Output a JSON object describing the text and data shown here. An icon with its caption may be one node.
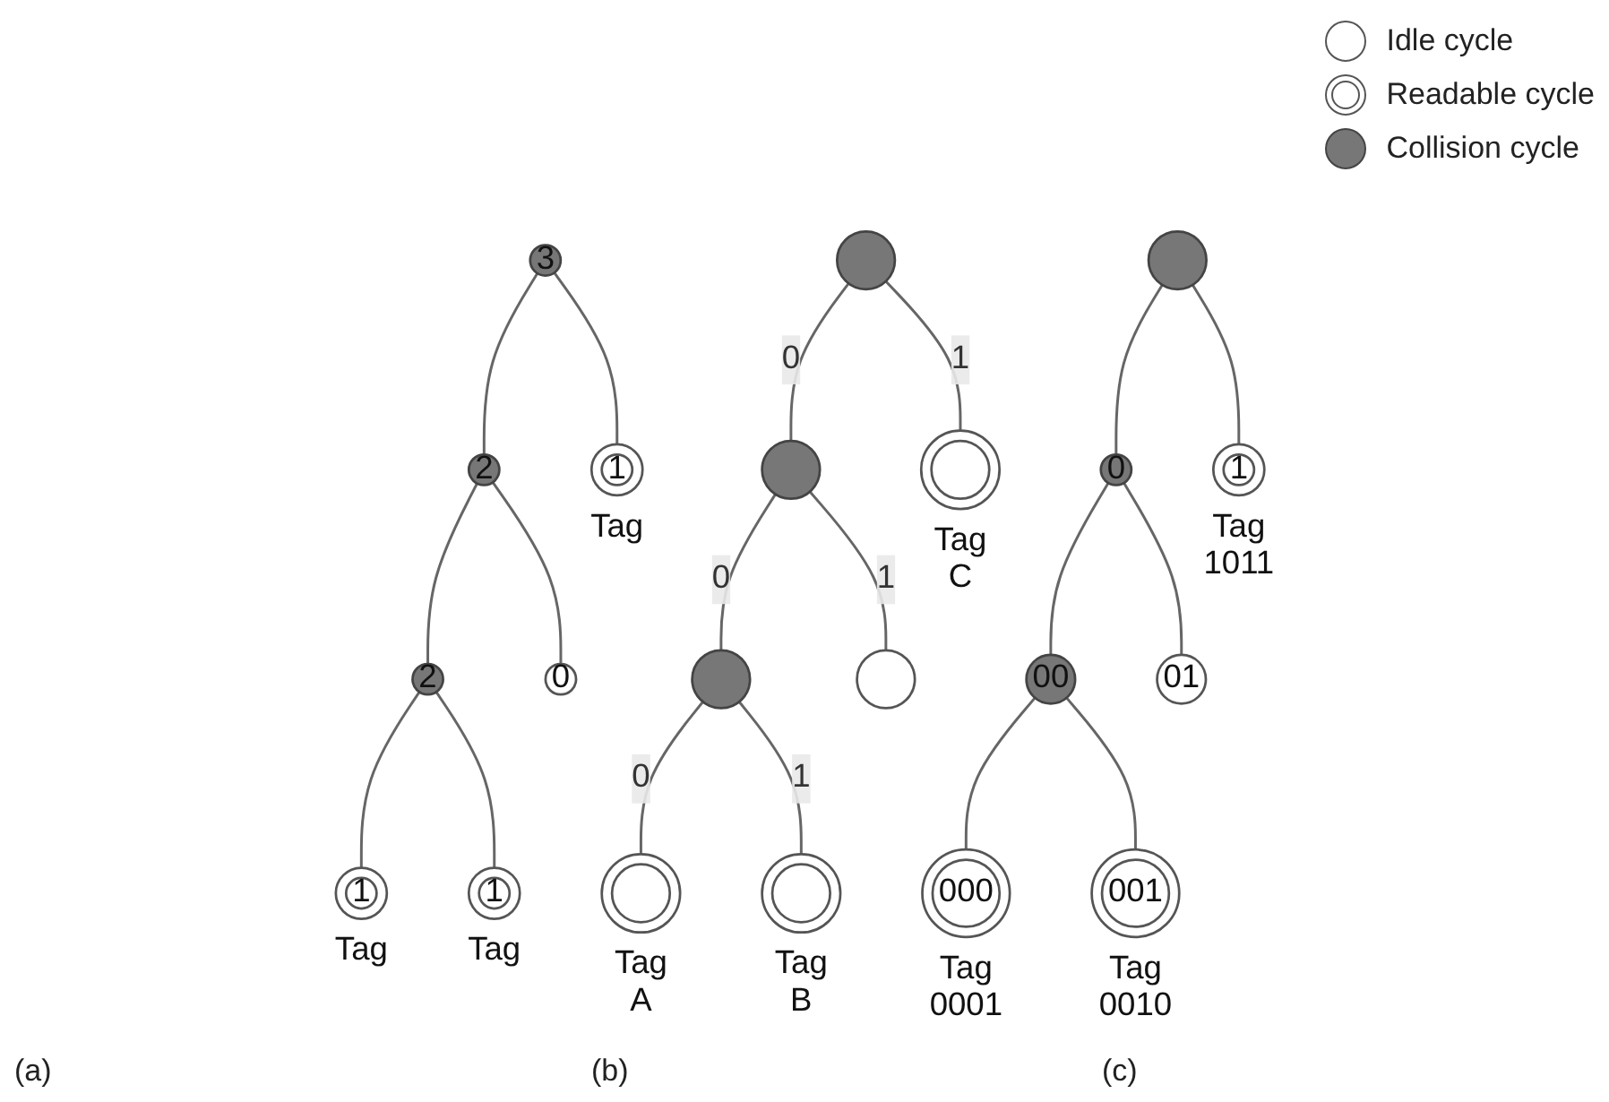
{
  "diagram": {
    "nodes": [
      {
        "text": [
          "3"
        ]
      },
      {
        "text": [
          "2"
        ]
      },
      {
        "text": [
          "1"
        ],
        "beside": [
          "Tag"
        ]
      },
      {
        "text": [
          "2"
        ]
      },
      {
        "text": [
          "0"
        ]
      },
      {
        "text": [
          "1"
        ],
        "beside": [
          "Tag"
        ]
      },
      {
        "text": [
          "1"
        ],
        "beside": [
          "Tag"
        ]
      },
      {
        "text": [],
        "shape": "circle"
      },
      {
        "text": [],
        "shape": "circle"
      },
      {
        "text": [],
        "shape": "circle",
        "beside": [
          "Tag C"
        ]
      },
      {
        "text": [],
        "shape": "circle"
      },
      {
        "text": [],
        "shape": "circle"
      },
      {
        "text": [],
        "shape": "circle",
        "beside": [
          "Tag A"
        ]
      },
      {
        "text": [],
        "shape": "circle",
        "beside": [
          "Tag B"
        ]
      },
      {
        "text": [],
        "shape": "circle"
      },
      {
        "text": [
          "0"
        ]
      },
      {
        "text": [
          "1"
        ],
        "beside": [
          "Tag 1011"
        ]
      },
      {
        "text": [
          "00"
        ]
      },
      {
        "text": [
          "01"
        ]
      },
      {
        "text": [
          "000"
        ],
        "beside": [
          "Tag 0001"
        ]
      },
      {
        "text": [
          "001"
        ],
        "beside": [
          "Tag 0010"
        ]
      }
    ],
    "edges": [
      {
        "from": 0,
        "to": 1,
        "arrow": "none"
      },
      {
        "from": 0,
        "to": 2,
        "arrow": "none"
      },
      {
        "from": 1,
        "to": 3,
        "arrow": "none"
      },
      {
        "from": 1,
        "to": 4,
        "arrow": "none"
      },
      {
        "from": 3,
        "to": 5,
        "arrow": "none"
      },
      {
        "from": 3,
        "to": 6,
        "arrow": "none"
      },
      {
        "from": 7,
        "to": 8,
        "arrow": "none",
        "label": "0"
      },
      {
        "from": 7,
        "to": 9,
        "arrow": "none",
        "label": "1"
      },
      {
        "from": 8,
        "to": 10,
        "arrow": "none",
        "label": "0"
      },
      {
        "from": 8,
        "to": 11,
        "arrow": "none",
        "label": "1"
      },
      {
        "from": 10,
        "to": 12,
        "arrow": "none",
        "label": "0"
      },
      {
        "from": 10,
        "to": 13,
        "arrow": "none",
        "label": "1"
      },
      {
        "from": 14,
        "to": 15,
        "arrow": "none"
      },
      {
        "from": 14,
        "to": 16,
        "arrow": "none"
      },
      {
        "from": 15,
        "to": 17,
        "arrow": "none"
      },
      {
        "from": 15,
        "to": 18,
        "arrow": "none"
      },
      {
        "from": 17,
        "to": 19,
        "arrow": "none"
      },
      {
        "from": 17,
        "to": 20,
        "arrow": "none"
      }
    ],
    "labels": [
      "(a)",
      "(b)",
      "(c)"
    ],
    "legend": [
      {
        "text": "Idle cycle"
      },
      {
        "text": "Readable cycle"
      },
      {
        "text": "Collision cycle"
      }
    ]
  }
}
